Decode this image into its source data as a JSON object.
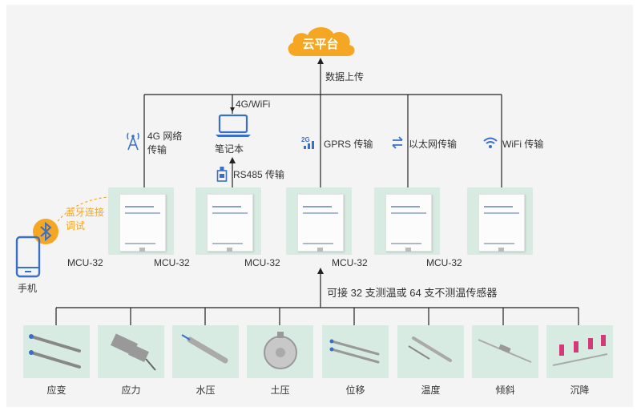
{
  "cloud": {
    "label": "云平台",
    "color": "#f5a623"
  },
  "upload_label": "数据上传",
  "channels": [
    {
      "line1": "4G 网络",
      "line2": "传输",
      "icon": "antenna-icon"
    },
    {
      "label": "4G/WiFi"
    },
    {
      "label": "GPRS 传输",
      "icon": "2g-signal-icon"
    },
    {
      "label": "以太网传输",
      "icon": "ethernet-arrows-icon"
    },
    {
      "label": "WiFi 传输",
      "icon": "wifi-icon"
    }
  ],
  "laptop_label": "笔记本",
  "rs485_label": "RS485 传输",
  "bluetooth": {
    "line1": "蓝牙连接",
    "line2": "调试",
    "color": "#f5a623"
  },
  "phone_label": "手机",
  "mcu_labels": [
    "MCU-32",
    "MCU-32",
    "MCU-32",
    "MCU-32",
    "MCU-32"
  ],
  "sensor_capacity": "可接 32 支测温或 64 支不测温传感器",
  "sensors": [
    "应变",
    "应力",
    "水压",
    "土压",
    "位移",
    "温度",
    "倾斜",
    "沉降"
  ],
  "colors": {
    "accent_blue": "#3a6fc8",
    "line": "#222222",
    "box_bg": "#d8ebe3"
  }
}
